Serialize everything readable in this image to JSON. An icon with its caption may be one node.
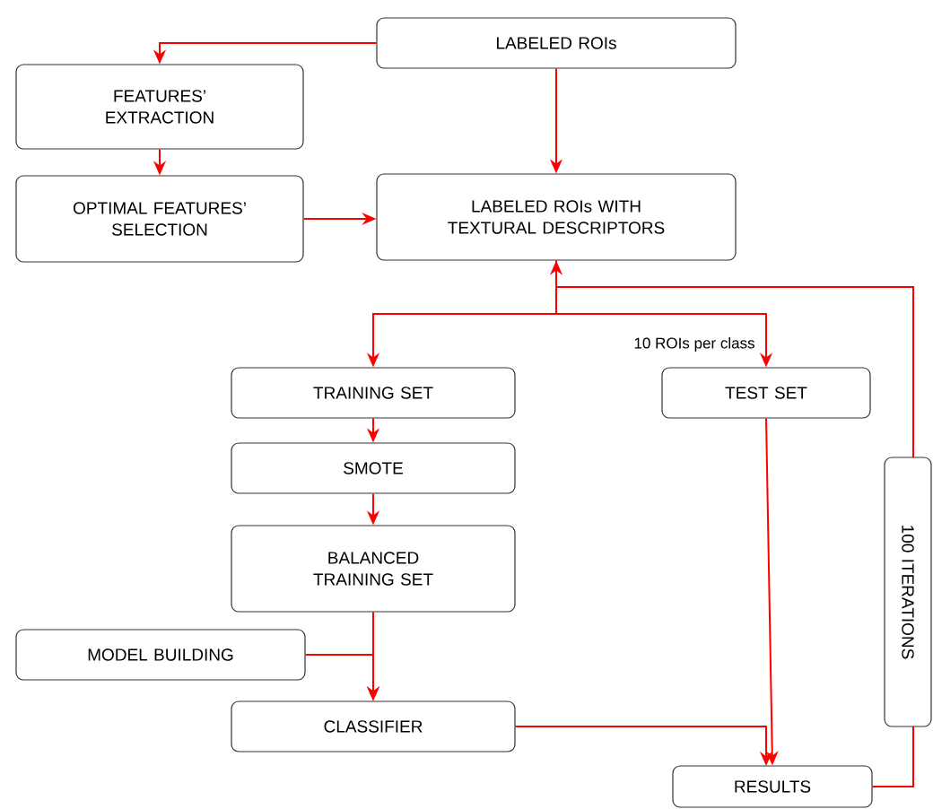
{
  "diagram": {
    "nodes": [
      {
        "text": [
          "LABELED ROIs"
        ]
      },
      {
        "text": [
          "FEATURES’ EXTRACTION"
        ]
      },
      {
        "text": [
          "OPTIMAL FEATURES’ SELECTION"
        ]
      },
      {
        "text": [
          "LABELED ROIs WITH TEXTURAL DESCRIPTORS"
        ]
      },
      {
        "text": [
          "TRAINING SET"
        ]
      },
      {
        "text": [
          "TEST SET"
        ]
      },
      {
        "text": [
          "SMOTE"
        ]
      },
      {
        "text": [
          "BALANCED TRAINING SET"
        ]
      },
      {
        "text": [
          "MODEL BUILDING"
        ]
      },
      {
        "text": [
          "CLASSIFIER"
        ]
      },
      {
        "text": [
          "RESULTS"
        ]
      },
      {
        "text": [
          "100 ITERATIONS"
        ]
      }
    ],
    "edges": [
      {
        "from": 0,
        "to": 1,
        "arrow": "to"
      },
      {
        "from": 0,
        "to": 3,
        "arrow": "to"
      },
      {
        "from": 1,
        "to": 2,
        "arrow": "to"
      },
      {
        "from": 2,
        "to": 3,
        "arrow": "to"
      },
      {
        "from": 3,
        "to": 4,
        "arrow": "to"
      },
      {
        "from": 3,
        "to": 5,
        "arrow": "to",
        "label": "10 ROIs per class"
      },
      {
        "from": 4,
        "to": 6,
        "arrow": "to"
      },
      {
        "from": 6,
        "to": 7,
        "arrow": "to"
      },
      {
        "from": 7,
        "to": 9,
        "arrow": "to"
      },
      {
        "from": 8,
        "to": 9,
        "arrow": "to"
      },
      {
        "from": 9,
        "to": 10,
        "arrow": "to"
      },
      {
        "from": 5,
        "to": 10,
        "arrow": "to"
      },
      {
        "from": 10,
        "to": 11,
        "arrow": "none"
      },
      {
        "from": 11,
        "to": 3,
        "arrow": "to"
      }
    ]
  }
}
